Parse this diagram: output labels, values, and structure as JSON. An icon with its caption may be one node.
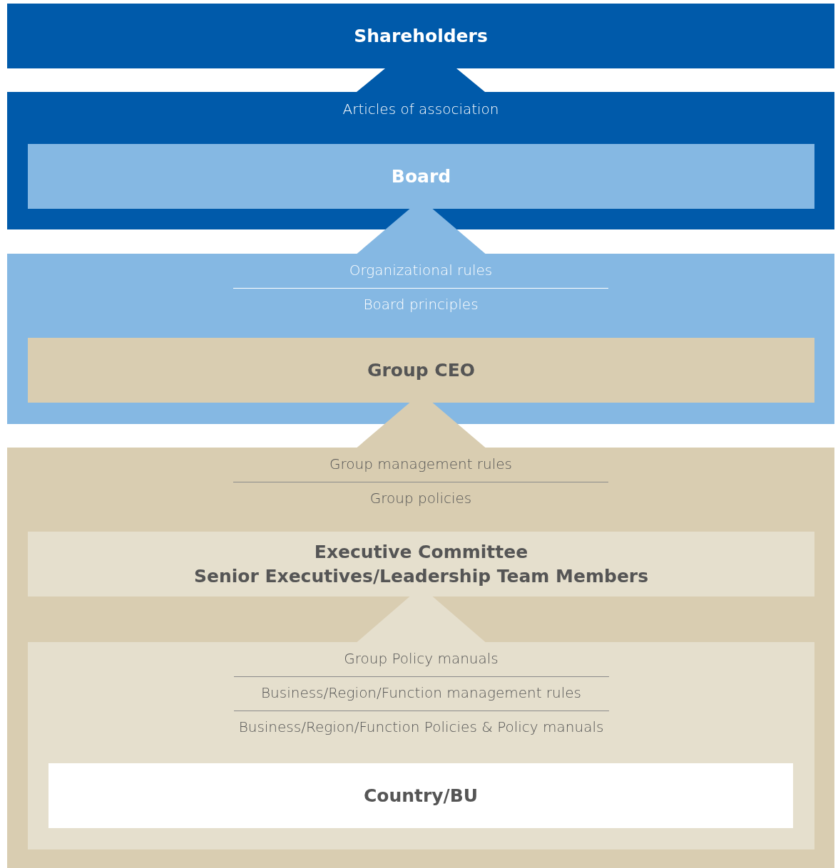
{
  "diagram": {
    "nodes": [
      {
        "text": [
          "Shareholders"
        ]
      },
      {
        "text": [
          "Articles of association"
        ]
      },
      {
        "text": [
          "Board"
        ],
        "in": 1
      },
      {
        "text": [
          "Organizational rules",
          "Board principles"
        ]
      },
      {
        "text": [
          "Group CEO"
        ],
        "in": 3
      },
      {
        "text": [
          "Group management rules",
          "Group policies"
        ]
      },
      {
        "text": [
          "Executive Committee",
          "Senior Executives/Leadership Team Members"
        ],
        "in": 5
      },
      {
        "text": [
          "Group Policy manuals",
          "Business/Region/Function management rules",
          "Business/Region/Function Policies & Policy manuals"
        ],
        "in": 5
      },
      {
        "text": [
          "Country/BU"
        ],
        "in": 7
      }
    ],
    "edges": [
      {
        "from": 0,
        "to": 1,
        "arrow": "none",
        "style": "thick",
        "color": "#005aaa"
      },
      {
        "from": 2,
        "to": 3,
        "arrow": "none",
        "style": "thick",
        "color": "#85b8e3"
      },
      {
        "from": 4,
        "to": 5,
        "arrow": "none",
        "style": "thick",
        "color": "#d9cdb1"
      },
      {
        "from": 6,
        "to": 7,
        "arrow": "none",
        "style": "thick",
        "color": "#e5dfcd"
      }
    ]
  }
}
